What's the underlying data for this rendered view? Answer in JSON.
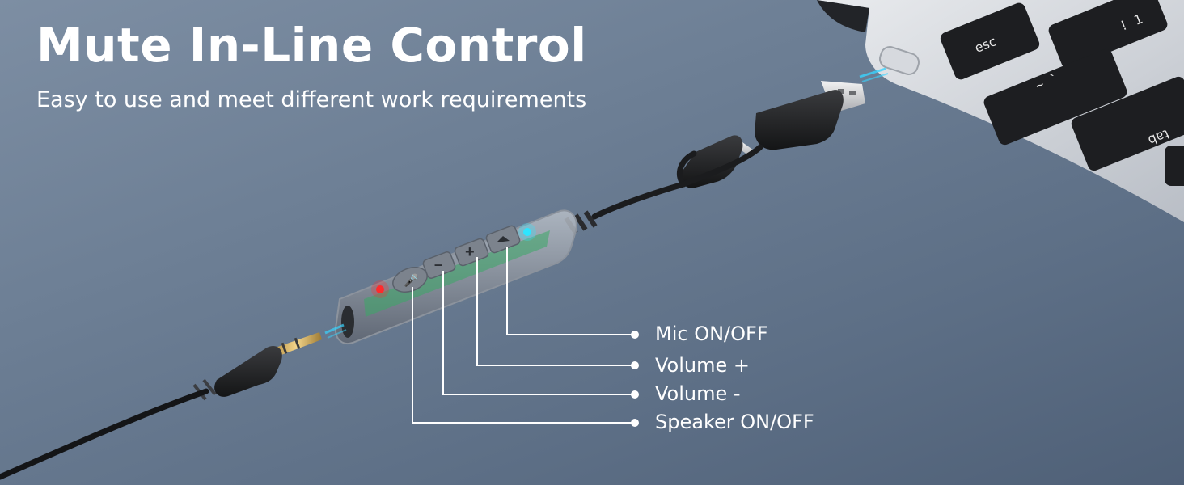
{
  "header": {
    "title": "Mute In-Line Control",
    "subtitle": "Easy to use and meet different work requirements"
  },
  "callouts": [
    {
      "label": "Mic ON/OFF"
    },
    {
      "label": "Volume +"
    },
    {
      "label": "Volume -"
    },
    {
      "label": "Speaker ON/OFF"
    }
  ],
  "laptop": {
    "keys": {
      "esc": "esc",
      "tab": "tab"
    }
  },
  "colors": {
    "accent_glow": "#39d4ff",
    "led_red": "#ff2b2b",
    "led_cyan": "#2ee6ff",
    "pcb_green": "#3aa866"
  }
}
